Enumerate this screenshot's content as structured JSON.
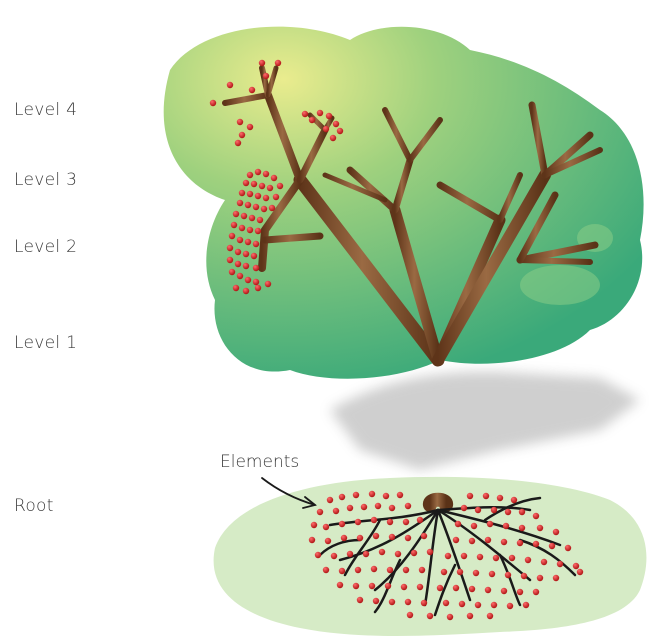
{
  "labels": {
    "level4": "Level 4",
    "level3": "Level 3",
    "level2": "Level 2",
    "level1": "Level 1",
    "root": "Root",
    "elements": "Elements"
  },
  "colors": {
    "canopy_dark": "#3fae7a",
    "canopy_light": "#e3ea8c",
    "ground": "#d6ebc6",
    "bark": "#7a4a2a",
    "dot": "#d62828",
    "roots": "#1a1a1a"
  }
}
